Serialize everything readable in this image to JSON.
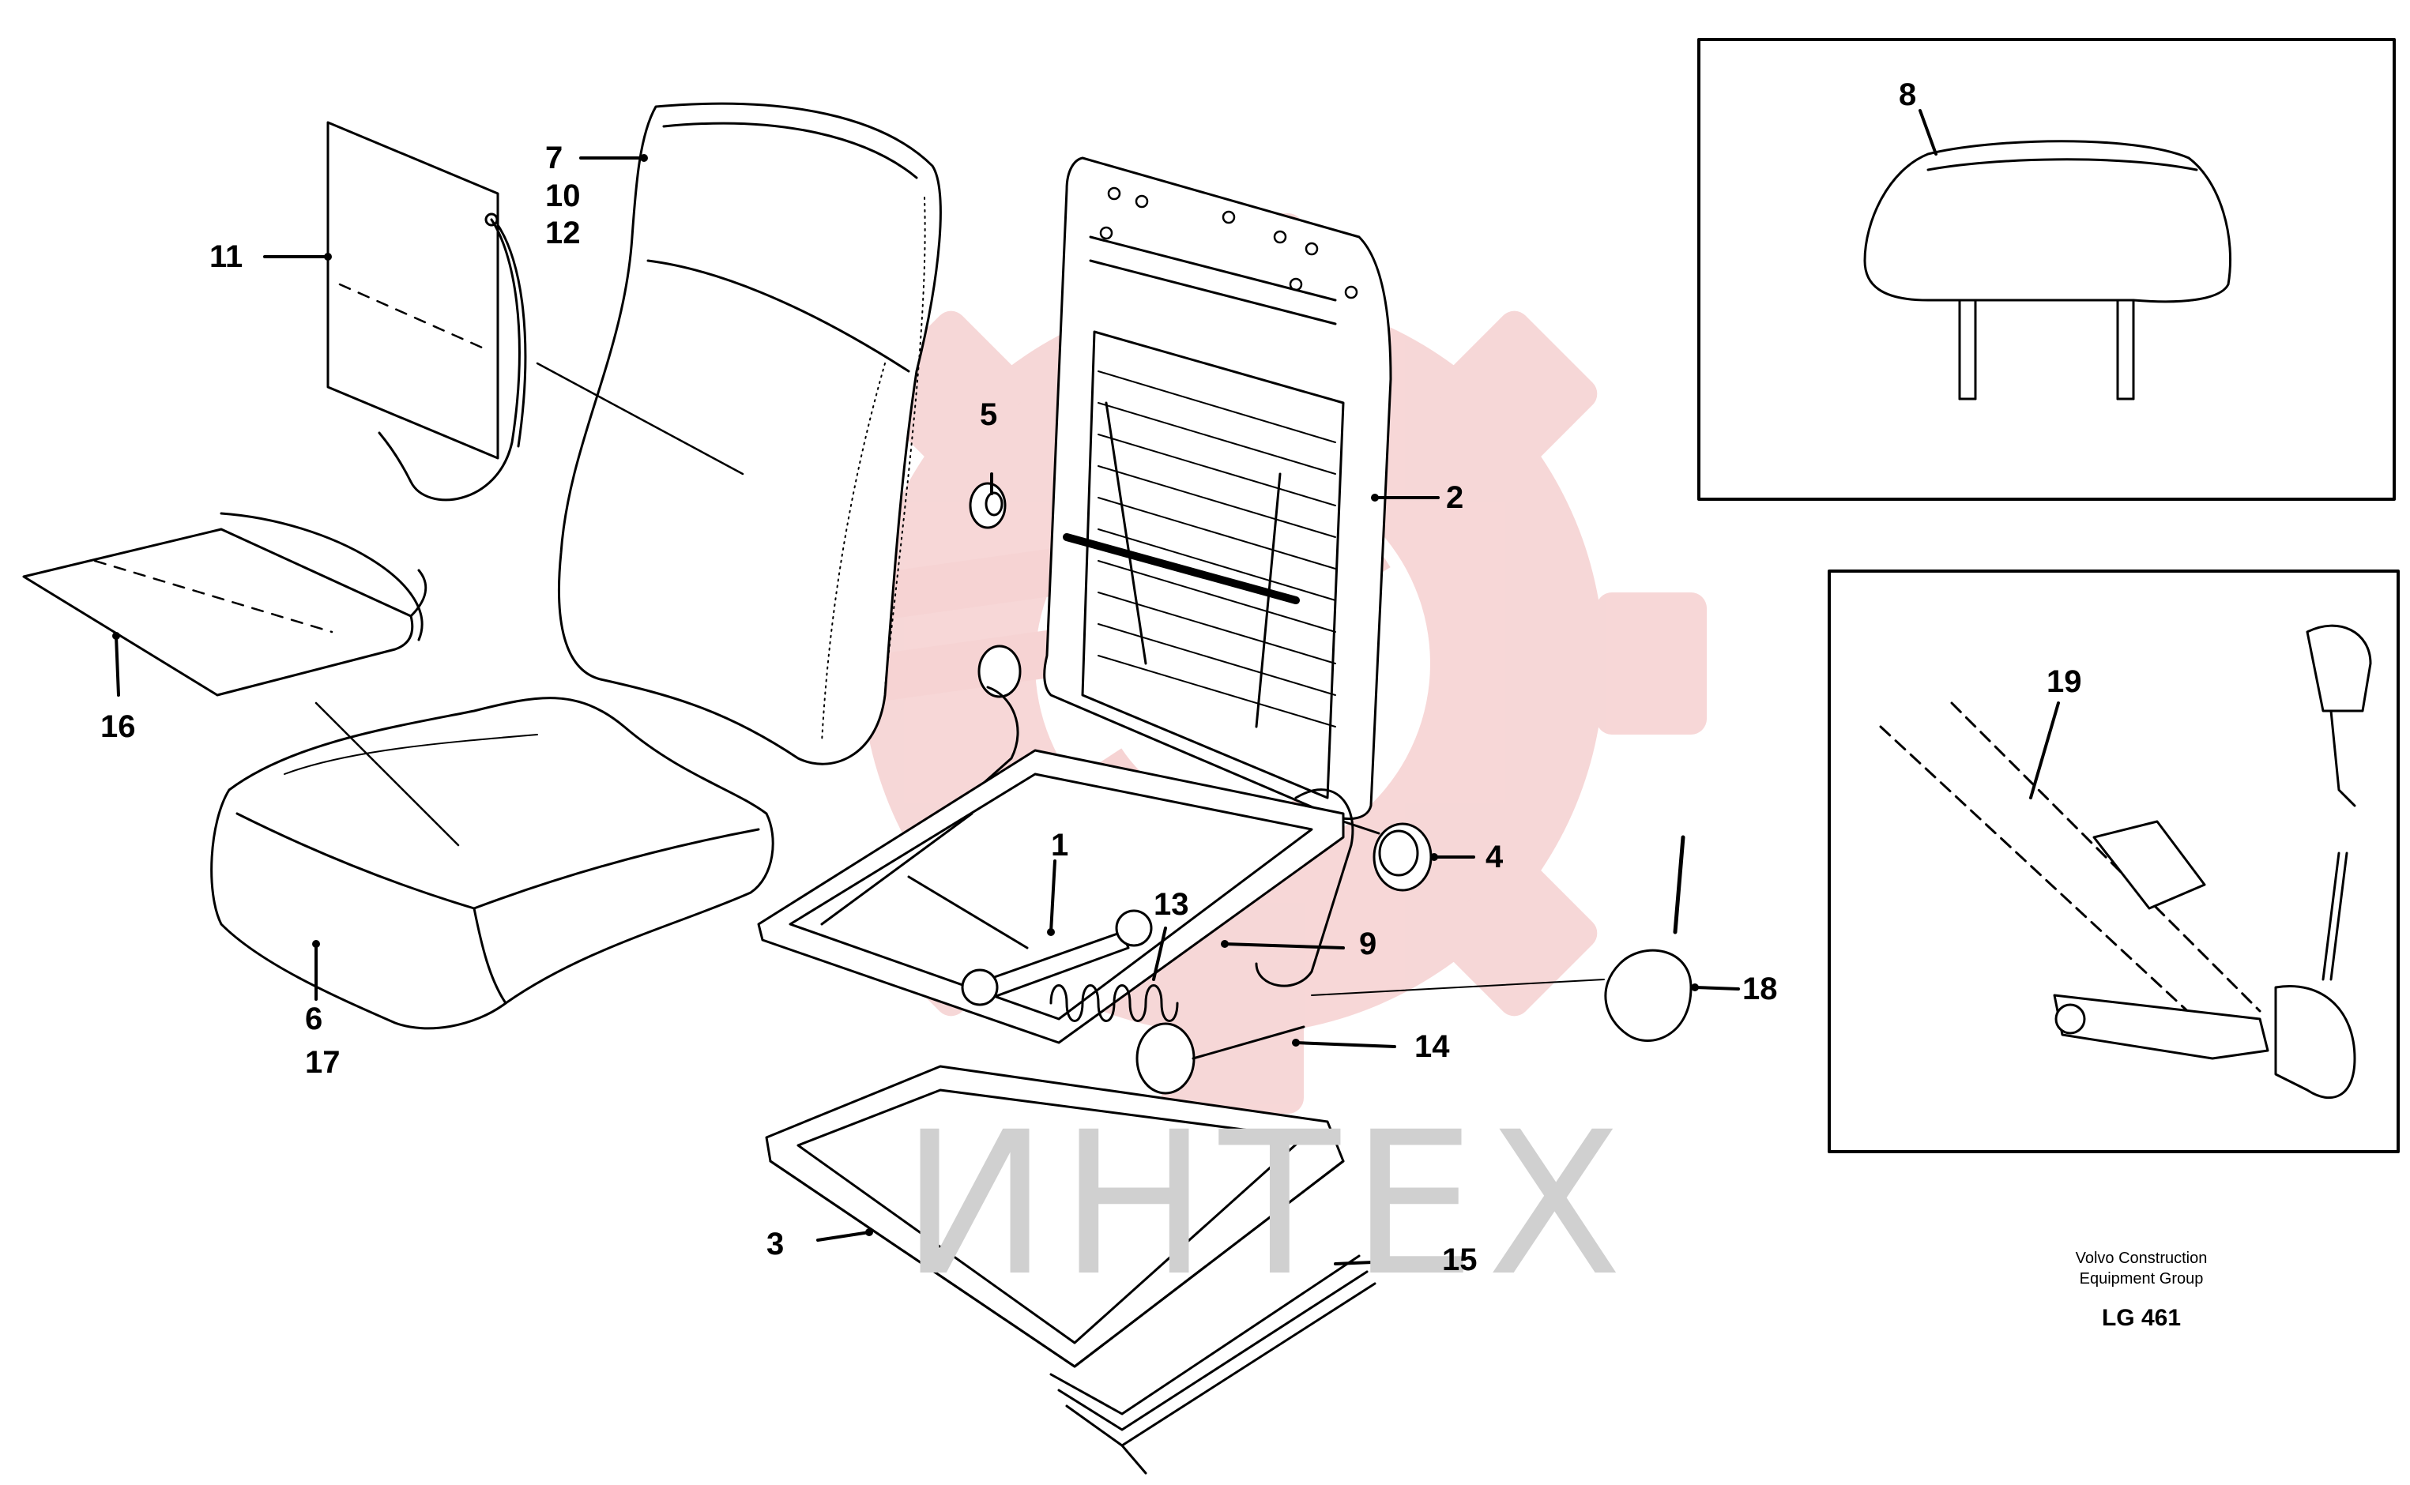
{
  "watermark": {
    "text": "ИНТЕХ",
    "logo_color": "#f3c9c9",
    "text_color": "#d0d0d0"
  },
  "callouts": {
    "c1": "1",
    "c2": "2",
    "c3": "3",
    "c4": "4",
    "c5": "5",
    "c6": "6",
    "c17": "17",
    "c7": "7",
    "c10": "10",
    "c12": "12",
    "c8": "8",
    "c9": "9",
    "c11": "11",
    "c13": "13",
    "c14": "14",
    "c15": "15",
    "c16": "16",
    "c18": "18",
    "c19": "19"
  },
  "credit": {
    "line1": "Volvo Construction",
    "line2": "Equipment Group",
    "code": "LG 461"
  }
}
